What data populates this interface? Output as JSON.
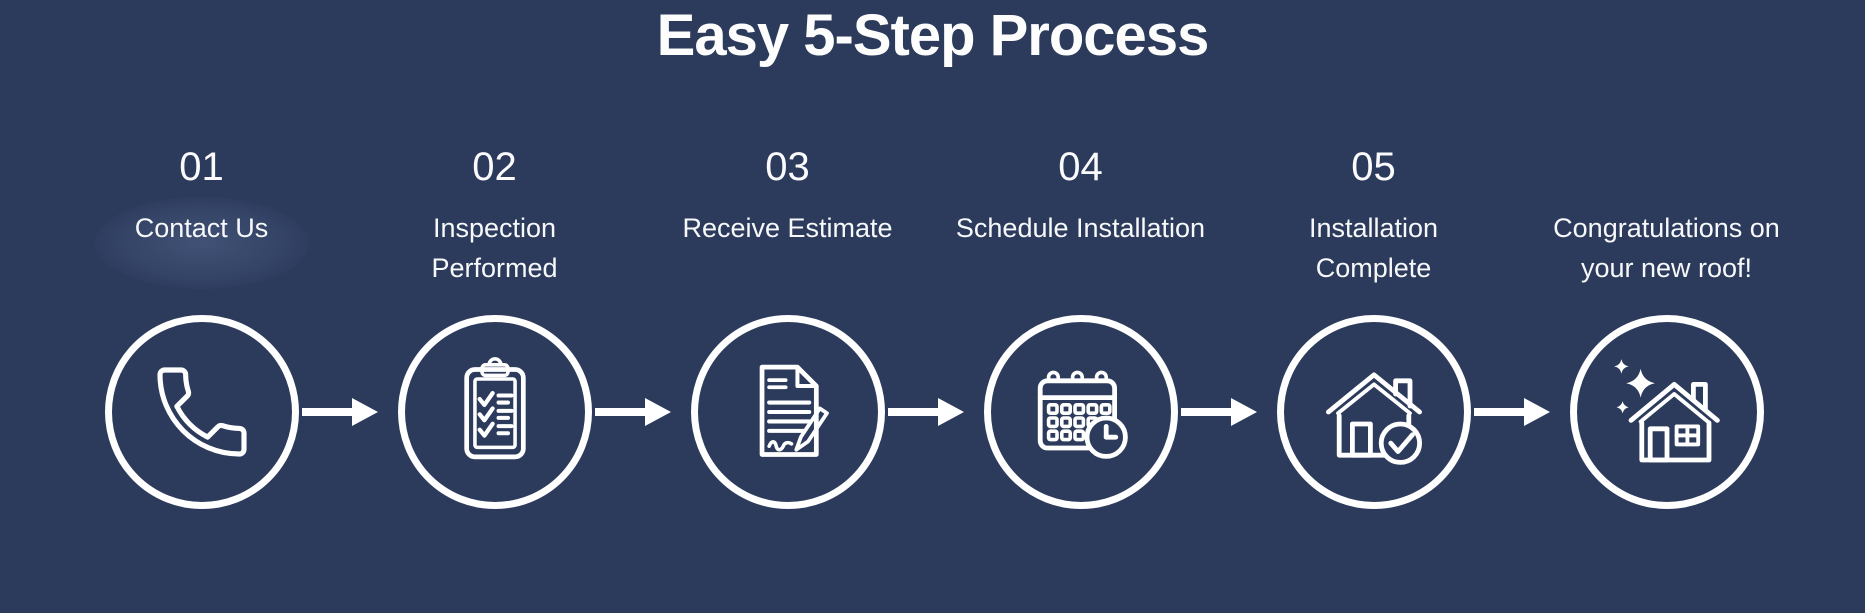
{
  "page": {
    "background_color": "#2c3b5c",
    "foreground_color": "#ffffff"
  },
  "header": {
    "title": "Easy 5-Step Process"
  },
  "steps": [
    {
      "number": "01",
      "label_line1": "Contact Us",
      "label_line2": "",
      "icon": "phone-icon"
    },
    {
      "number": "02",
      "label_line1": "Inspection",
      "label_line2": "Performed",
      "icon": "clipboard-checklist-icon"
    },
    {
      "number": "03",
      "label_line1": "Receive Estimate",
      "label_line2": "",
      "icon": "estimate-document-icon"
    },
    {
      "number": "04",
      "label_line1": "Schedule Installation",
      "label_line2": "",
      "icon": "calendar-clock-icon"
    },
    {
      "number": "05",
      "label_line1": "Installation",
      "label_line2": "Complete",
      "icon": "house-check-icon"
    },
    {
      "number": "",
      "label_line1": "Congratulations on",
      "label_line2": "your new roof!",
      "icon": "house-sparkle-icon"
    }
  ],
  "connector": {
    "type": "right-arrow",
    "color": "#ffffff",
    "count": 5
  }
}
